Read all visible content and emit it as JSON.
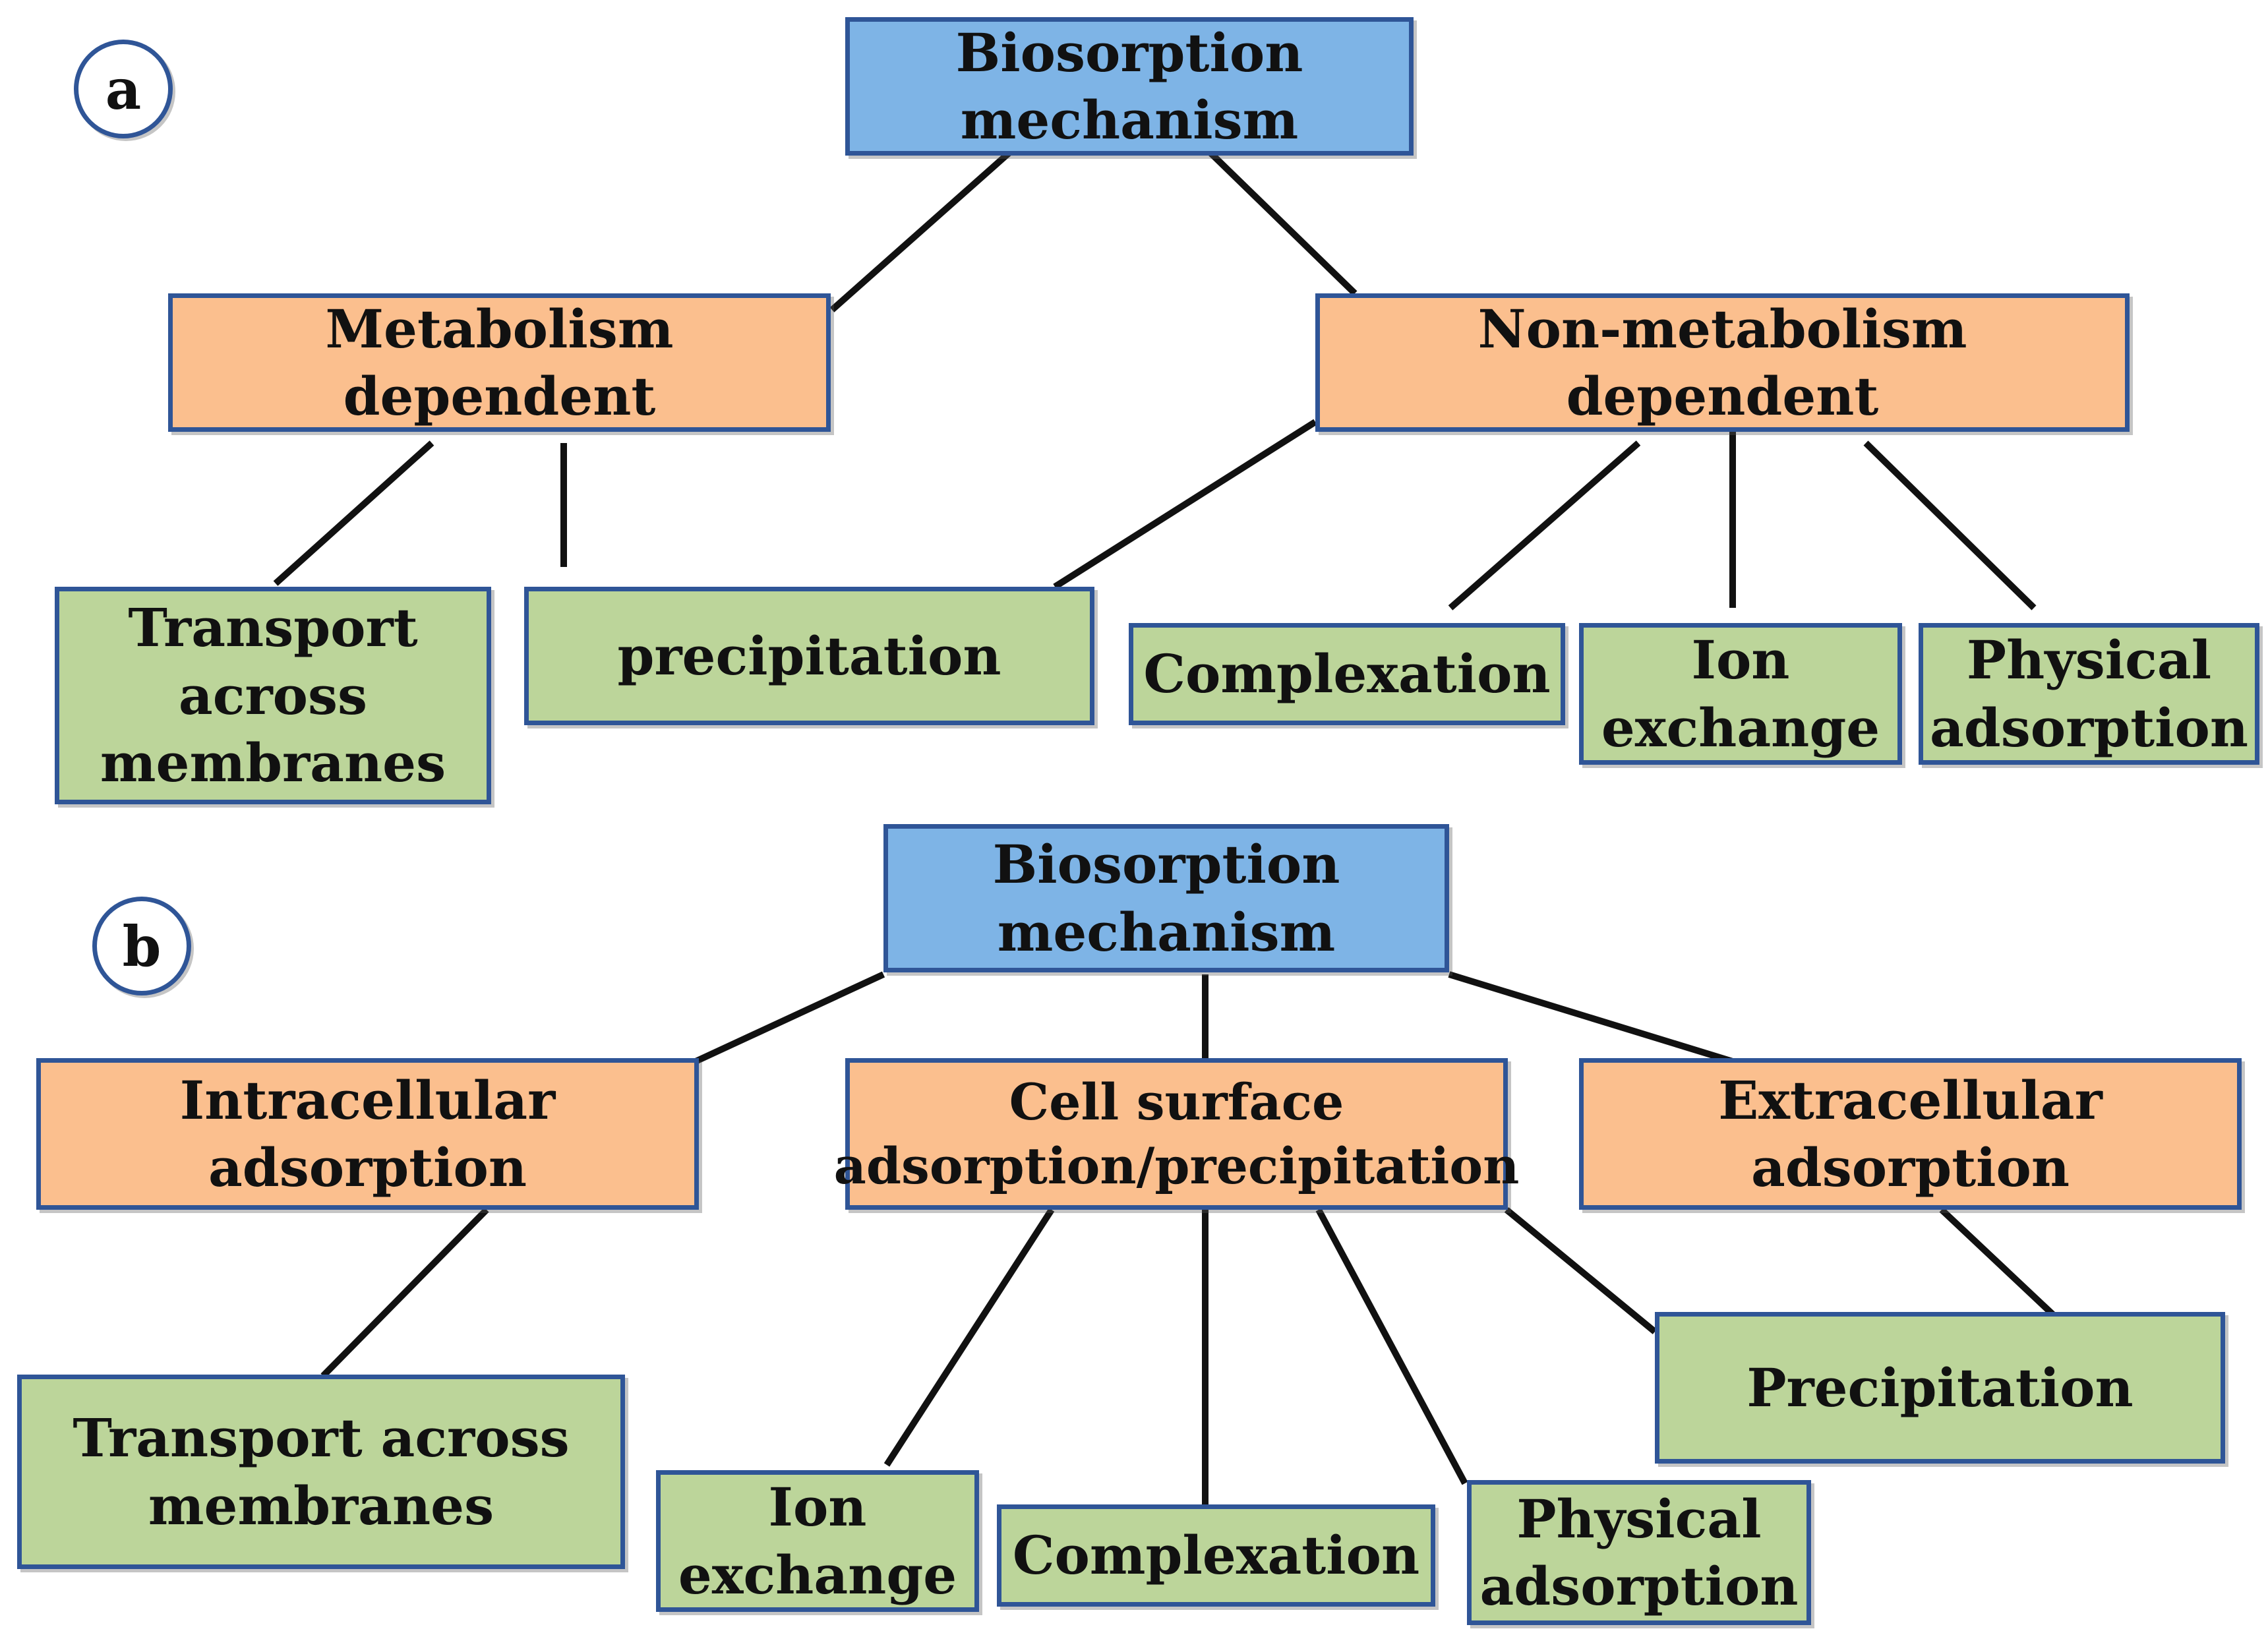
{
  "colors": {
    "root_fill": "#7eb4e6",
    "mid_fill": "#fbbf8e",
    "leaf_fill": "#bcd59a",
    "border": "#2f5597",
    "connector": "#111111"
  },
  "panel_a": {
    "badge": "a",
    "root": [
      "Biosorption",
      "mechanism"
    ],
    "metabolism_dependent": "Metabolism dependent",
    "non_metabolism_dependent": "Non-metabolism dependent",
    "transport": [
      "Transport",
      "across",
      "membranes"
    ],
    "precipitation": "precipitation",
    "complexation": "Complexation",
    "ion_exchange": [
      "Ion",
      "exchange"
    ],
    "physical_adsorption": [
      "Physical",
      "adsorption"
    ]
  },
  "panel_b": {
    "badge": "b",
    "root": [
      "Biosorption",
      "mechanism"
    ],
    "intracellular": "Intracellular adsorption",
    "cell_surface": [
      "Cell surface",
      "adsorption/precipitation"
    ],
    "extracellular": "Extracellular adsorption",
    "transport": [
      "Transport across",
      "membranes"
    ],
    "ion_exchange": [
      "Ion",
      "exchange"
    ],
    "complexation": "Complexation",
    "physical_adsorption": [
      "Physical",
      "adsorption"
    ],
    "precipitation": "Precipitation"
  }
}
